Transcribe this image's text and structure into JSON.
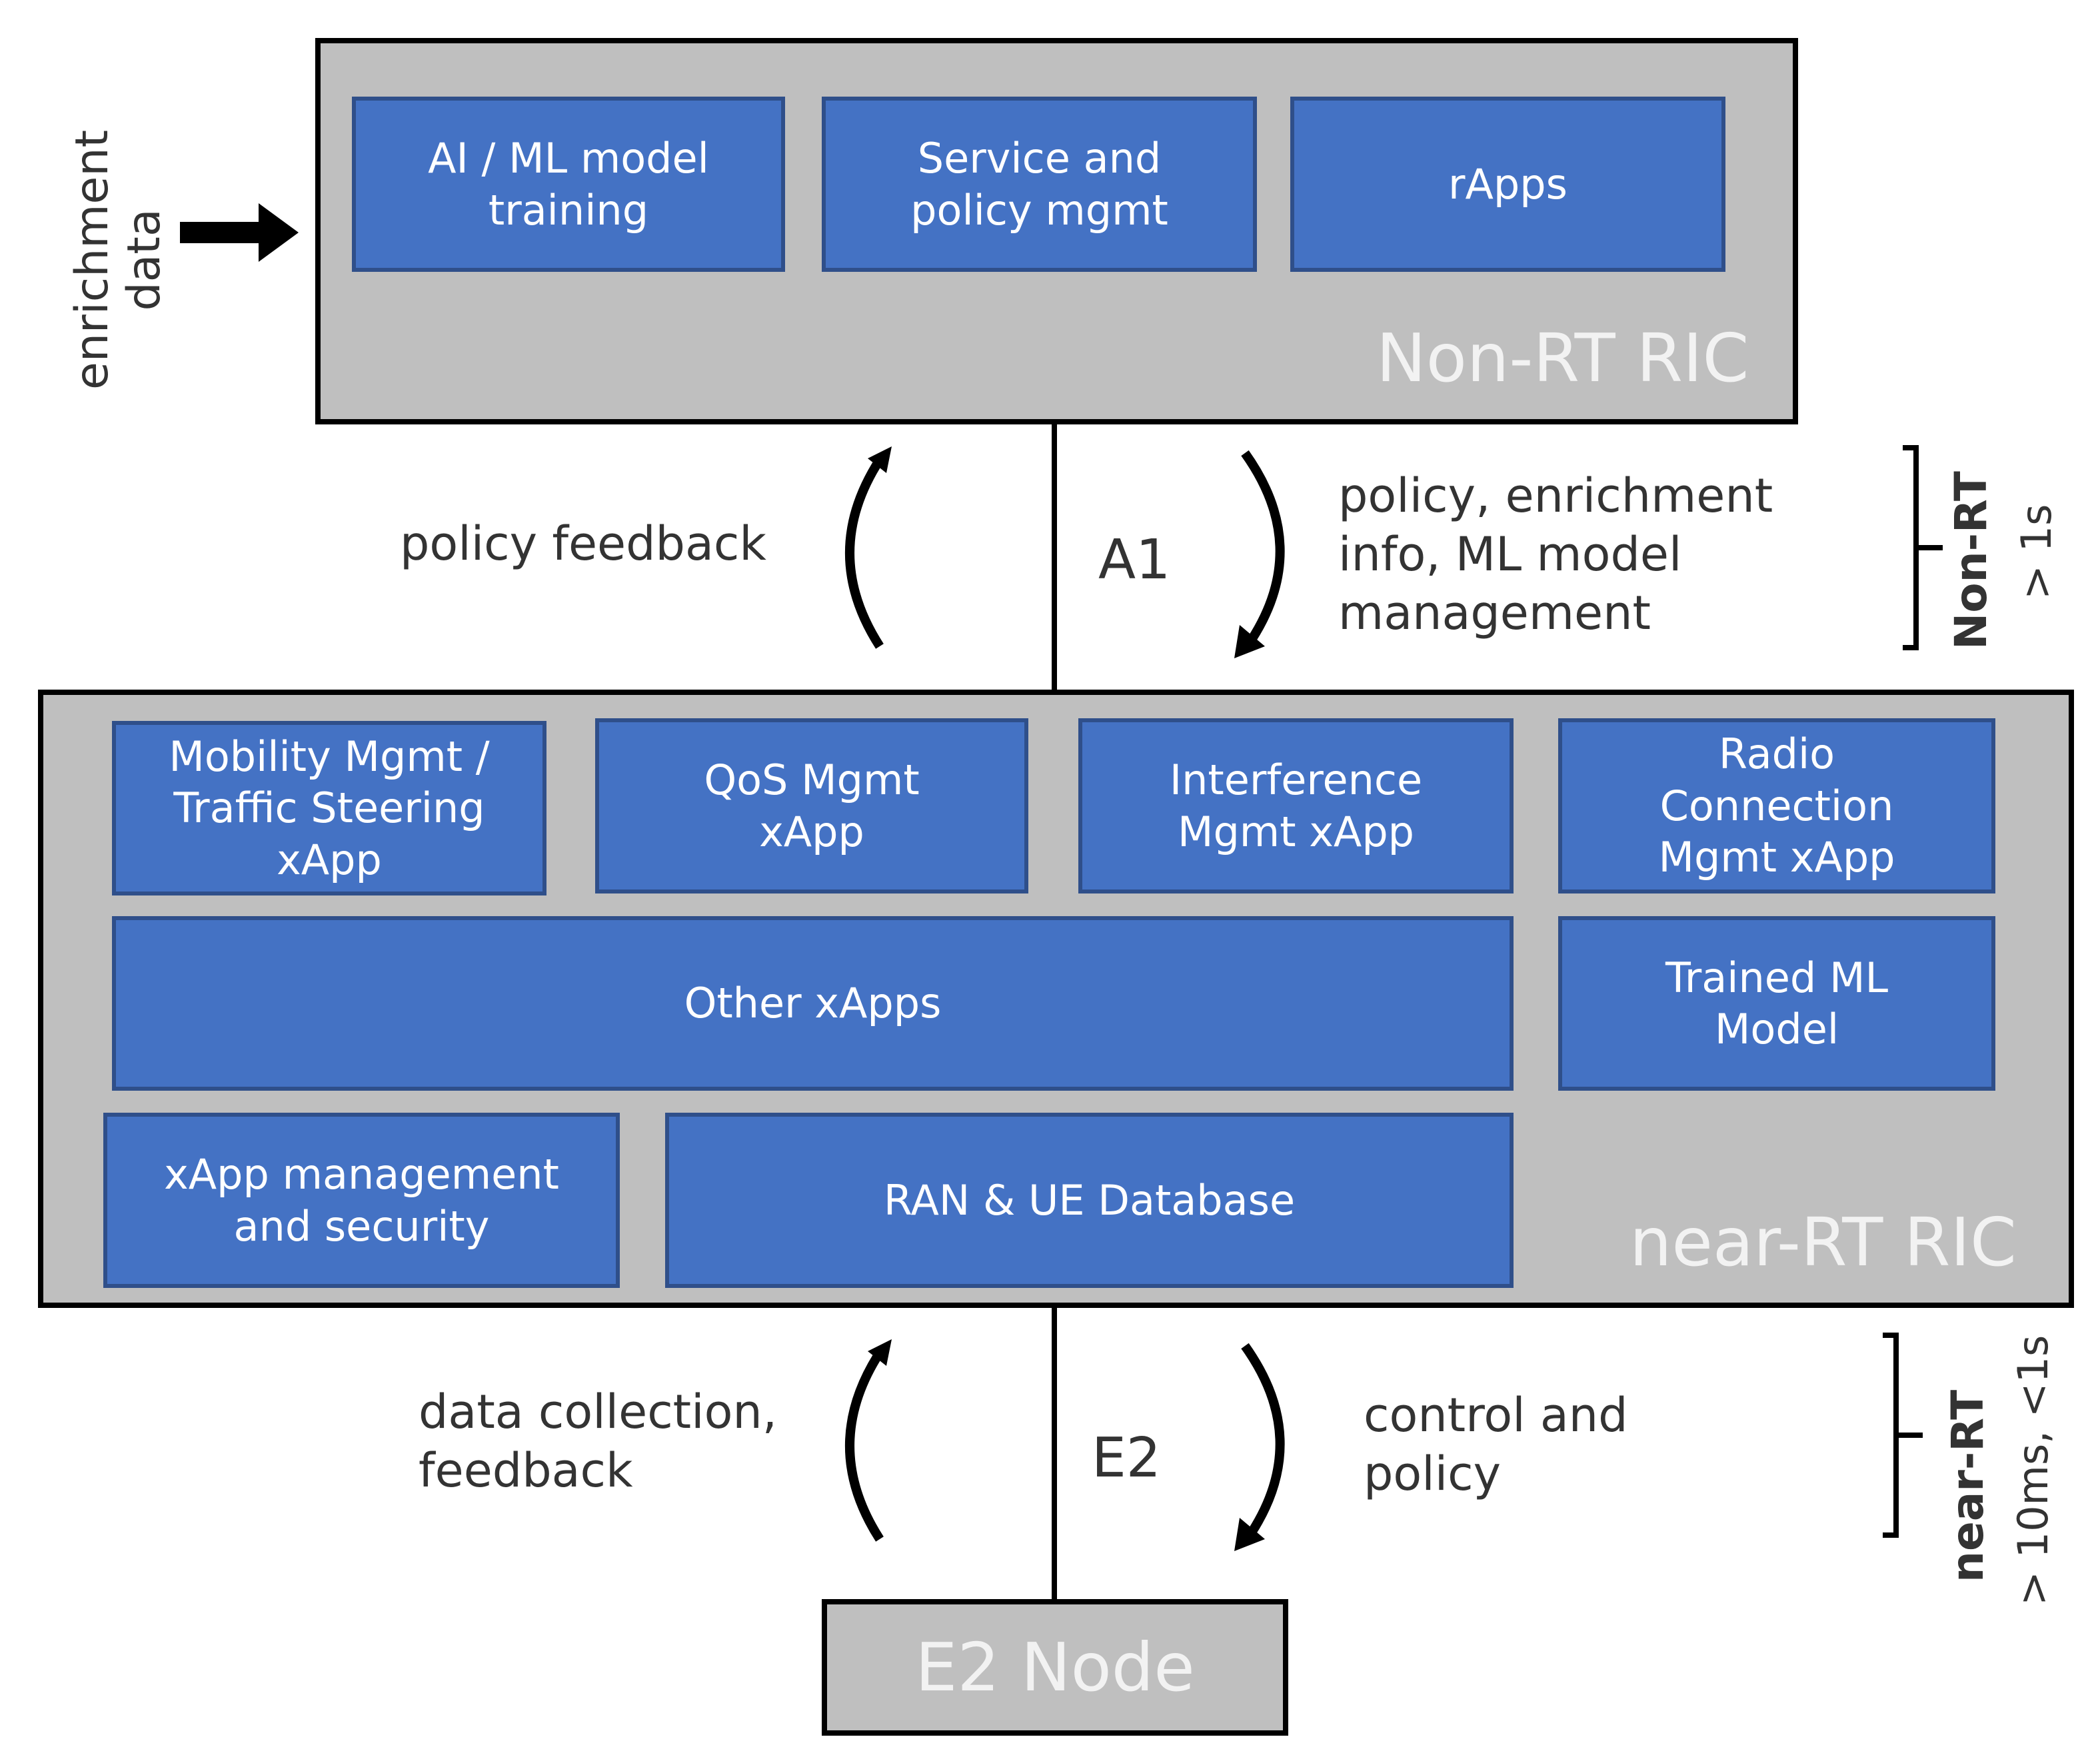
{
  "enrichment": {
    "label_line1": "enrichment",
    "label_line2": "data"
  },
  "non_rt_ric": {
    "title": "Non-RT RIC",
    "boxes": [
      {
        "label": "AI / ML model\ntraining"
      },
      {
        "label": "Service and\npolicy mgmt"
      },
      {
        "label": "rApps"
      }
    ]
  },
  "a1": {
    "interface": "A1",
    "left_text": "policy feedback",
    "right_text": "policy, enrichment\ninfo, ML model\nmanagement",
    "timescale_name": "Non-RT",
    "timescale_value": "> 1s"
  },
  "near_rt_ric": {
    "title": "near-RT RIC",
    "boxes": [
      {
        "label": "Mobility Mgmt /\nTraffic Steering\nxApp"
      },
      {
        "label": "QoS Mgmt\nxApp"
      },
      {
        "label": "Interference\nMgmt xApp"
      },
      {
        "label": "Radio\nConnection\nMgmt xApp"
      },
      {
        "label": "Other xApps"
      },
      {
        "label": "Trained ML\nModel"
      },
      {
        "label": "xApp management\nand security"
      },
      {
        "label": "RAN & UE Database"
      }
    ]
  },
  "e2": {
    "interface": "E2",
    "left_text": "data collection,\nfeedback",
    "right_text": "control and\npolicy",
    "timescale_name": "near-RT",
    "timescale_value": "> 10ms, <1s"
  },
  "e2_node": {
    "title": "E2 Node"
  },
  "colors": {
    "panel_fill": "#bfbfbf",
    "box_fill": "#4472c4",
    "box_border": "#2f4f8a",
    "outline": "#000000",
    "panel_label": "#f2f2f2",
    "text": "#333333"
  }
}
